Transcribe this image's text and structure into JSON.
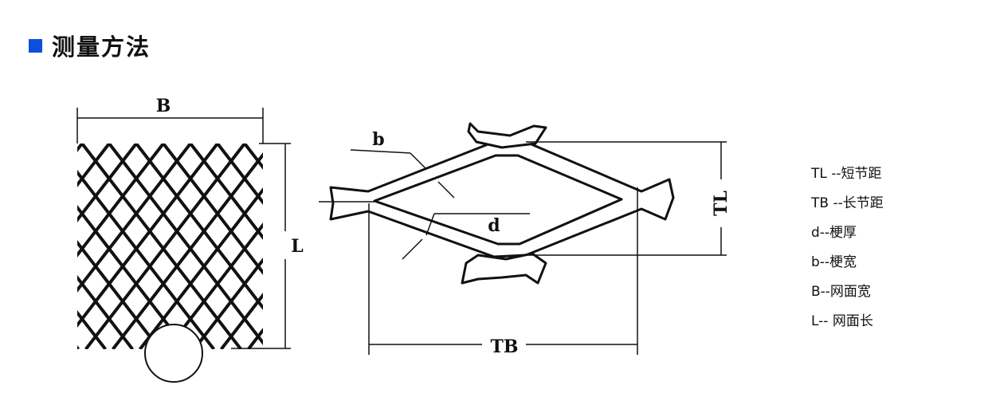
{
  "header": {
    "title": "测量方法",
    "accent_color": "#0a50dc"
  },
  "diagram": {
    "left_labels": {
      "width": "B",
      "length": "L"
    },
    "right_labels": {
      "strand_width": "b",
      "strand_thickness": "d",
      "short_pitch": "TL",
      "long_pitch": "TB"
    }
  },
  "legend": [
    "TL --短节距",
    "TB --长节距",
    "d--梗厚",
    "b--梗宽",
    "B--网面宽",
    "L-- 网面长"
  ]
}
